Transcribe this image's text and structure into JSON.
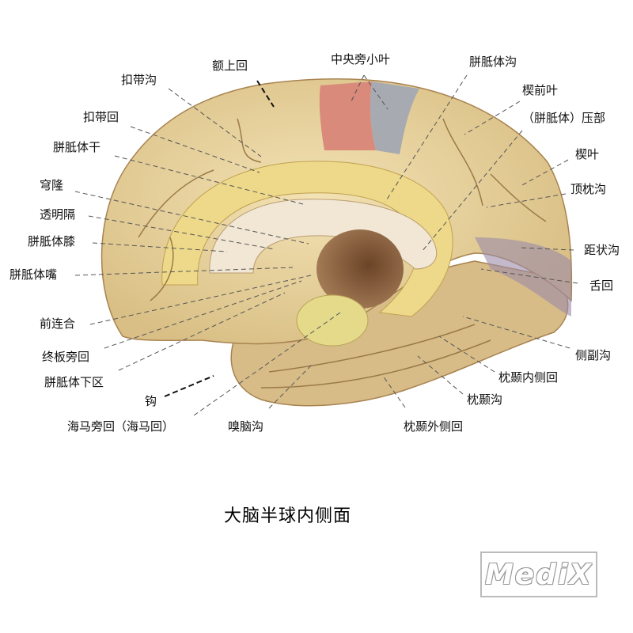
{
  "labels": {
    "superior_frontal_gyrus": "额上回",
    "paracentral_lobule": "中央旁小叶",
    "callosal_sulcus": "胼胝体沟",
    "cingulate_sulcus": "扣带沟",
    "precuneus": "楔前叶",
    "cingulate_gyrus": "扣带回",
    "splenium": "（胼胝体）压部",
    "corpus_callosum_trunk": "胼胝体干",
    "cuneus": "楔叶",
    "fornix": "穹隆",
    "parieto_occipital_sulcus": "顶枕沟",
    "septum_pellucidum": "透明隔",
    "genu": "胼胝体膝",
    "calcarine_sulcus": "距状沟",
    "rostrum": "胼胝体嘴",
    "lingual_gyrus": "舌回",
    "anterior_commissure": "前连合",
    "collateral_sulcus": "侧副沟",
    "paraterminal_gyrus": "终板旁回",
    "medial_occipitotemporal_gyrus": "枕颞内侧回",
    "subcallosal_area": "胼胝体下区",
    "occipitotemporal_sulcus": "枕颞沟",
    "uncus": "钩",
    "parahippocampal_gyrus": "海马旁回（海马回）",
    "rhinal_sulcus": "嗅脑沟",
    "lateral_occipitotemporal_gyrus": "枕颞外侧回"
  },
  "title": "大脑半球内侧面",
  "watermark": "MediX"
}
